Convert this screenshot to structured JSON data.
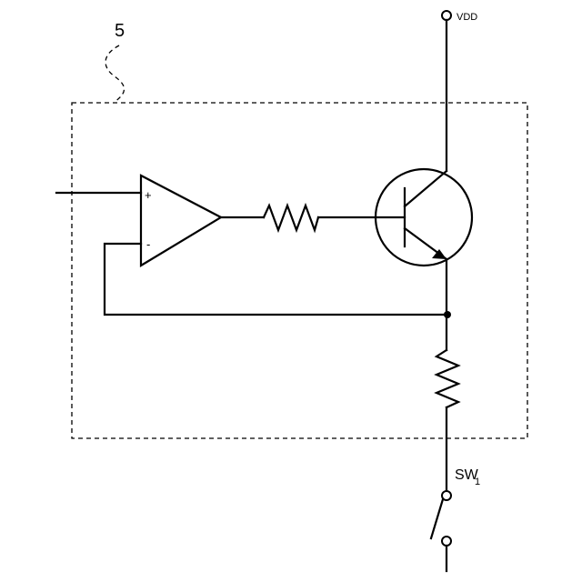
{
  "diagram": {
    "ref_label": "5",
    "supply_label": "VDD",
    "switch_label": "SW",
    "switch_subscript": "1",
    "opamp_plus": "+",
    "opamp_minus": "-"
  }
}
